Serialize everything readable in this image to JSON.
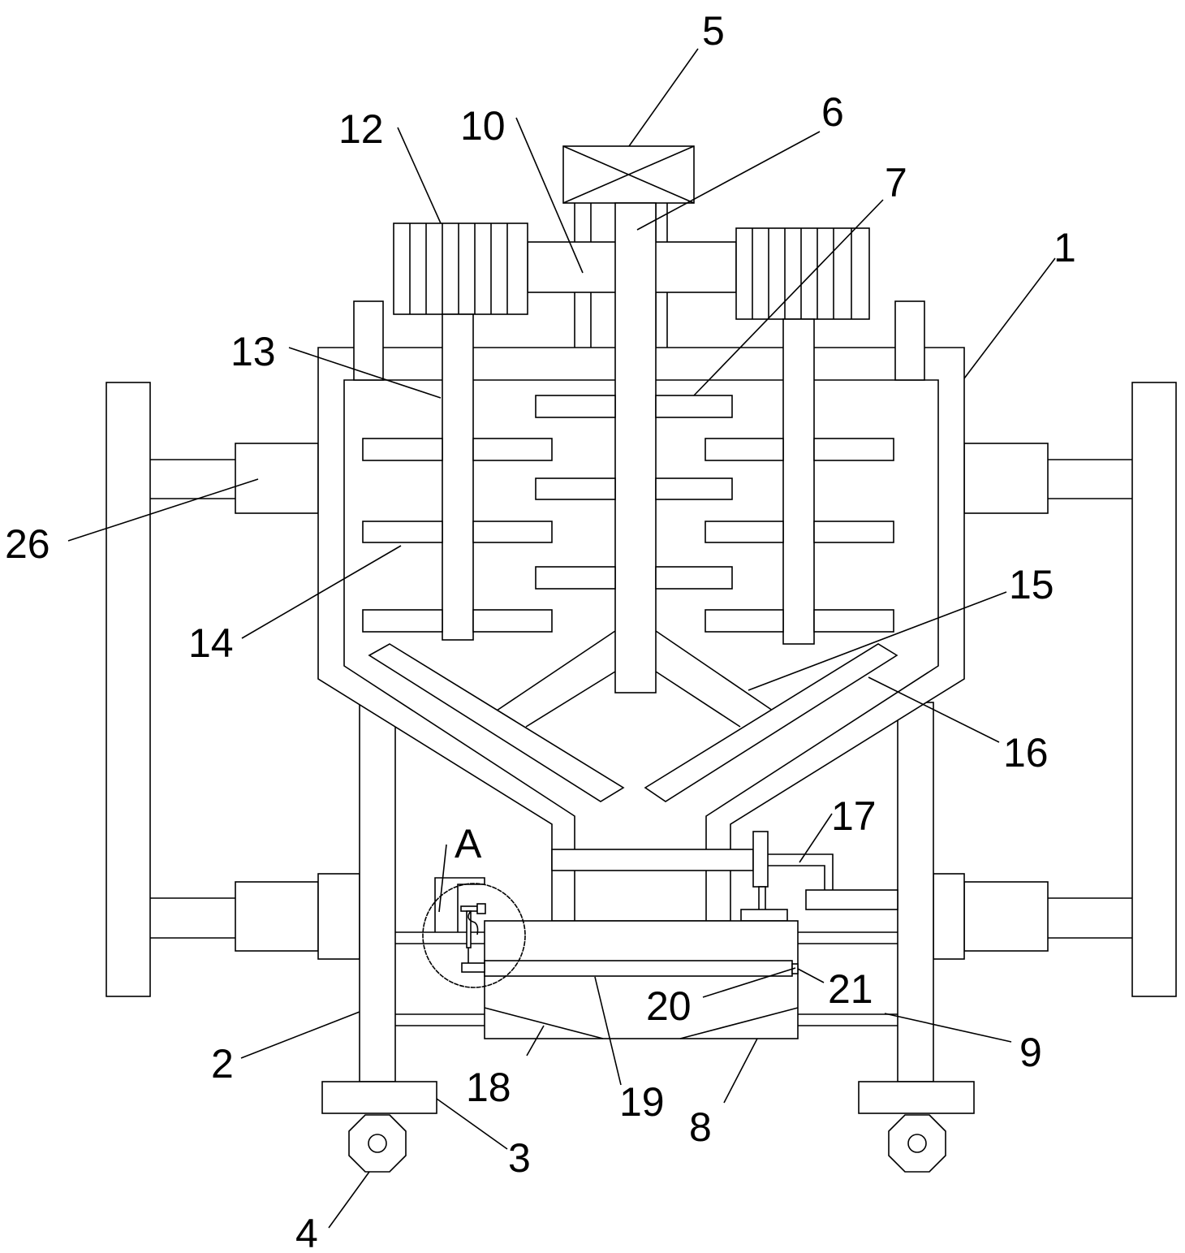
{
  "labels": {
    "l1": "1",
    "l2": "2",
    "l3": "3",
    "l4": "4",
    "l5": "5",
    "l6": "6",
    "l7": "7",
    "l8": "8",
    "l9": "9",
    "l10": "10",
    "l12": "12",
    "l13": "13",
    "l14": "14",
    "l15": "15",
    "l16": "16",
    "l17": "17",
    "l18": "18",
    "l19": "19",
    "l20": "20",
    "l21": "21",
    "l26": "26",
    "lA": "A"
  }
}
